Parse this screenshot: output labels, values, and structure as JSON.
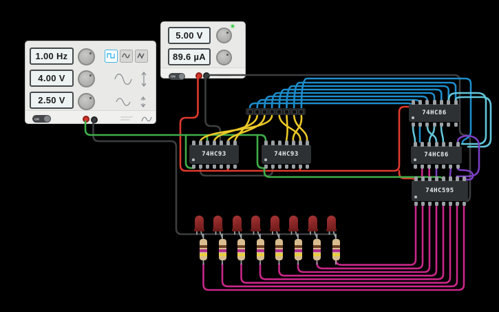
{
  "function_generator": {
    "frequency": "1.00 Hz",
    "amplitude": "4.00 V",
    "offset": "2.50 V",
    "on_label": "ON",
    "waveforms": [
      "square",
      "sine",
      "triangle"
    ],
    "selected_waveform": "square"
  },
  "power_supply": {
    "voltage": "5.00 V",
    "current": "89.6 µA",
    "on_label": "ON"
  },
  "chips": [
    {
      "label": "74HC93"
    },
    {
      "label": "74HC93"
    },
    {
      "label": "74HC86"
    },
    {
      "label": "74HC86"
    },
    {
      "label": "74HC595"
    }
  ],
  "header": {
    "pin_count": 8
  },
  "leds": {
    "count": 8,
    "body_color": "#8e2626"
  },
  "resistors": {
    "count": 8,
    "body_color": "#d9bd8f",
    "band_colors": [
      "#6b4226",
      "#b12d8e",
      "#e8cf3d"
    ]
  },
  "colors": {
    "canvas_bg": "#000000",
    "wire_red": "#df3a2e",
    "wire_green": "#3fae49",
    "wire_black": "#3c3e40",
    "wire_yellow": "#edc928",
    "wire_blue": "#1d8dcc",
    "wire_cyan": "#62c6da",
    "wire_purple": "#7b3fc4",
    "wire_magenta": "#c92789",
    "selected_button": "#3cb5e8",
    "indicator_green": "#43d14c",
    "lead_gray": "#9aa0a3",
    "res_body": "#d9bd8f"
  }
}
